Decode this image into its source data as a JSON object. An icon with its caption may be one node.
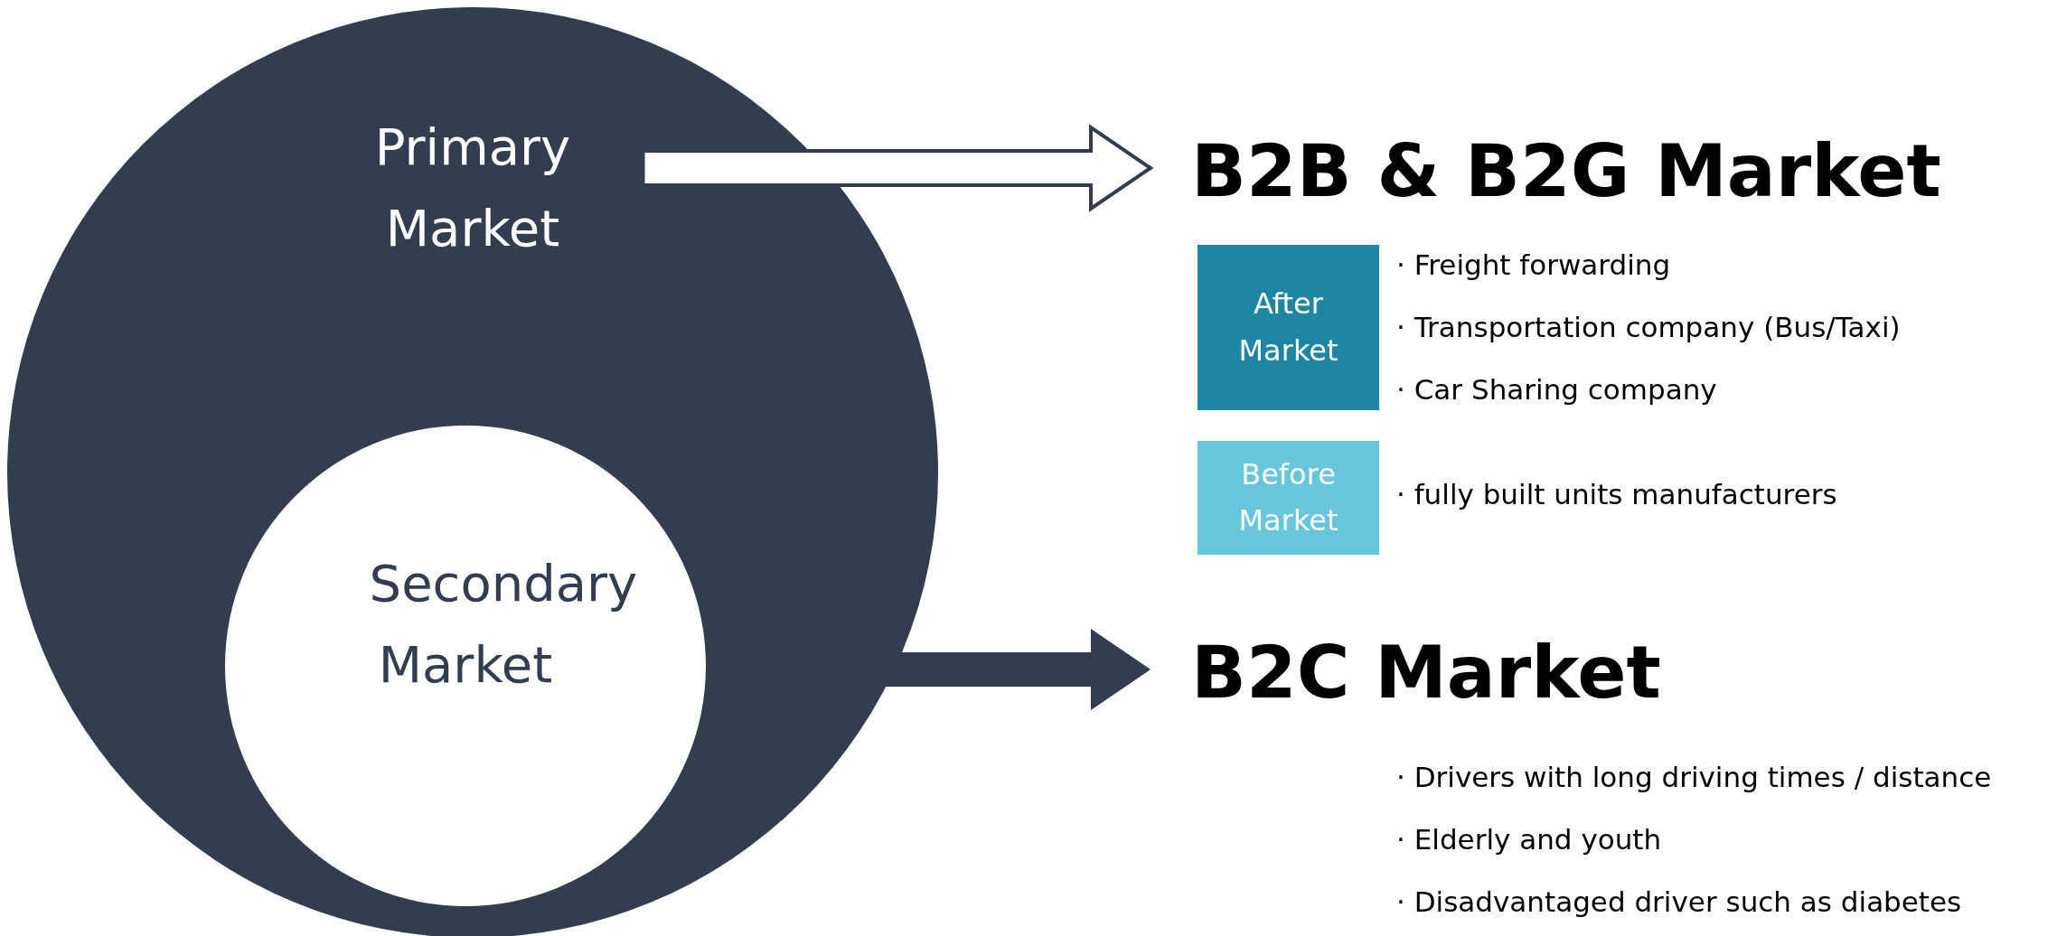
{
  "diagram": {
    "nodes": [
      {
        "text": [
          "Primary Market"
        ]
      },
      {
        "text": [
          "Secondary Market"
        ],
        "in": 0
      },
      {
        "text": [
          "B2B & B2G Market"
        ]
      },
      {
        "text": [
          "B2C Market"
        ],
        "beside": [
          "· Drivers with long driving times / distance",
          "· Elderly and youth",
          "· Disadvantaged driver such as diabetes"
        ]
      },
      {
        "text": [
          "After Market"
        ],
        "beside": [
          "· Freight forwarding",
          "· Transportation company (Bus/Taxi)",
          "· Car Sharing company"
        ]
      },
      {
        "text": [
          "Before Market"
        ],
        "beside": [
          "· fully built units manufacturers"
        ]
      }
    ],
    "edges": [
      {
        "from": 0,
        "to": 2,
        "arrow": "to"
      },
      {
        "from": 1,
        "to": 3,
        "arrow": "to",
        "color": "#323d4f"
      }
    ]
  }
}
